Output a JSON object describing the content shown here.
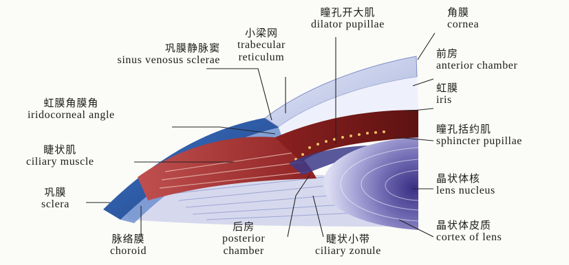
{
  "labels": {
    "dilator_pupillae": {
      "zh": "瞳孔开大肌",
      "en": "dilator pupillae"
    },
    "cornea": {
      "zh": "角膜",
      "en": "cornea"
    },
    "trabecular_reticulum": {
      "zh": "小梁网",
      "en1": "trabecular",
      "en2": "reticulum"
    },
    "sinus_venosus_sclerae": {
      "zh": "巩膜静脉窦",
      "en": "sinus venosus sclerae"
    },
    "anterior_chamber": {
      "zh": "前房",
      "en": "anterior chamber"
    },
    "iris": {
      "zh": "虹膜",
      "en": "iris"
    },
    "iridocorneal_angle": {
      "zh": "虹膜角膜角",
      "en": "iridocorneal angle"
    },
    "sphincter_pupillae": {
      "zh": "瞳孔括约肌",
      "en": "sphincter pupillae"
    },
    "ciliary_muscle": {
      "zh": "睫状肌",
      "en": "ciliary muscle"
    },
    "lens_nucleus": {
      "zh": "晶状体核",
      "en": "lens nucleus"
    },
    "sclera": {
      "zh": "巩膜",
      "en": "sclera"
    },
    "cortex_of_lens": {
      "zh": "晶状体皮质",
      "en": "cortex of lens"
    },
    "posterior_chamber": {
      "zh": "后房",
      "en1": "posterior",
      "en2": "chamber"
    },
    "ciliary_zonule": {
      "zh": "睫状小带",
      "en": "ciliary zonule"
    },
    "choroid": {
      "zh": "脉络膜",
      "en": "choroid"
    }
  },
  "colors": {
    "sclera": "#2b5aa6",
    "cornea": "#b9c4e6",
    "ciliary_body": "#9c2a2a",
    "iris": "#7a1b1b",
    "lens": "#7b74b8",
    "leader": "#222222"
  }
}
